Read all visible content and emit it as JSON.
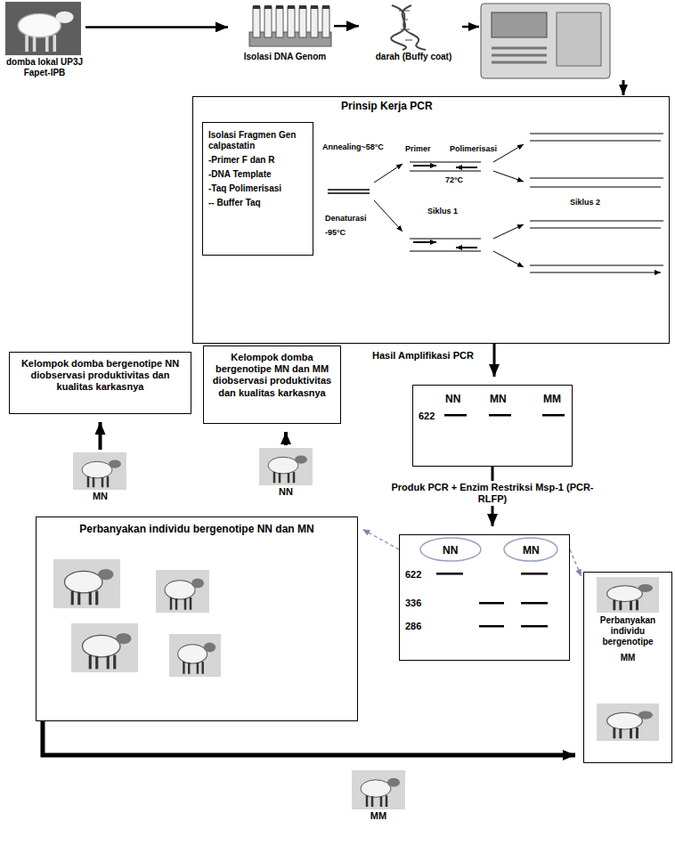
{
  "diagram": {
    "nodes": [
      {
        "text": [
          "domba lokal UP3J Fapet-IPB"
        ]
      },
      {
        "text": [
          "Isolasi DNA Genom"
        ]
      },
      {
        "text": [
          "darah (Buffy coat)"
        ]
      },
      {
        "text": [
          "Prinsip Kerja PCR"
        ]
      },
      {
        "text": [
          "Isolasi Fragmen Gen calpastatin",
          "-Primer F dan R",
          "-DNA Template",
          "-Taq Polimerisasi",
          "-- Buffer Taq"
        ],
        "in": 3
      },
      {
        "text": [
          "NN",
          "MN",
          "MM",
          "622"
        ]
      },
      {
        "text": [
          "NN",
          "MN",
          "622",
          "336",
          "286"
        ]
      },
      {
        "text": [
          "Kelompok domba bergenotipe NN diobservasi produktivitas dan kualitas karkasnya"
        ]
      },
      {
        "text": [
          "Kelompok domba bergenotipe MN dan MM diobservasi produktivitas dan kualitas karkasnya"
        ]
      },
      {
        "text": [
          "MN"
        ]
      },
      {
        "text": [
          "NN"
        ]
      },
      {
        "text": [
          "Perbanyakan individu bergenotipe NN dan MN"
        ]
      },
      {
        "text": [
          "Perbanyakan individu bergenotipe",
          "MM"
        ]
      },
      {
        "text": [
          "MM"
        ]
      }
    ],
    "edges": [
      {
        "from": 0,
        "to": 1,
        "arrow": "to"
      },
      {
        "from": 1,
        "to": 2,
        "arrow": "to"
      },
      {
        "from": 3,
        "to": 5,
        "label": "Hasil Amplifikasi PCR",
        "arrow": "to"
      },
      {
        "from": 5,
        "to": 6,
        "label": "Produk PCR + Enzim Restriksi Msp-1 (PCR-RLFP)",
        "arrow": "to"
      },
      {
        "from": 6,
        "to": 11,
        "arrow": "to"
      },
      {
        "from": 6,
        "to": 12,
        "arrow": "to"
      },
      {
        "from": 9,
        "to": 7,
        "arrow": "to"
      },
      {
        "from": 10,
        "to": 8,
        "arrow": "to"
      },
      {
        "from": 11,
        "to": 12,
        "arrow": "to"
      }
    ],
    "labels": [
      "Primer",
      "Polimerisasi",
      "Annealing~58°C",
      "72°C",
      "Siklus 1",
      "Siklus 2",
      "Denaturasi",
      "-95°C"
    ]
  }
}
